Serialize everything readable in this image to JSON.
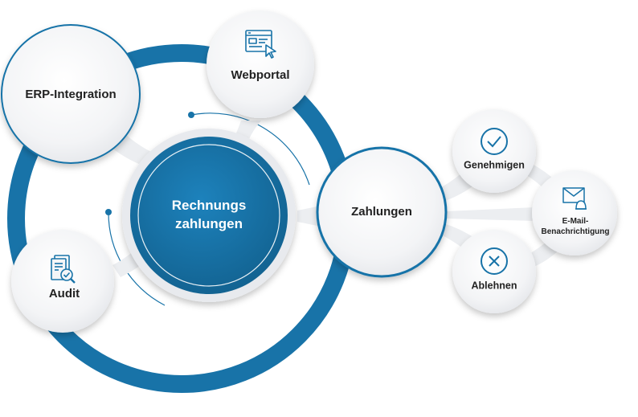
{
  "colors": {
    "ring": "#1873a8",
    "hub": "#1873a8",
    "node_fill": "#f4f5f7",
    "text": "#222222",
    "hub_text": "#ffffff"
  },
  "center": {
    "line1": "Rechnungs",
    "line2": "zahlungen"
  },
  "nodes": {
    "erp": {
      "label": "ERP-Integration"
    },
    "webportal": {
      "label": "Webportal",
      "icon": "browser-cursor-icon"
    },
    "audit": {
      "label": "Audit",
      "icon": "document-check-icon"
    },
    "zahlungen": {
      "label": "Zahlungen"
    },
    "genehmigen": {
      "label": "Genehmigen",
      "icon": "check-circle-icon"
    },
    "email": {
      "line1": "E-Mail-",
      "line2": "Benachrichtigung",
      "icon": "mail-bell-icon"
    },
    "ablehnen": {
      "label": "Ablehnen",
      "icon": "x-circle-icon"
    }
  }
}
